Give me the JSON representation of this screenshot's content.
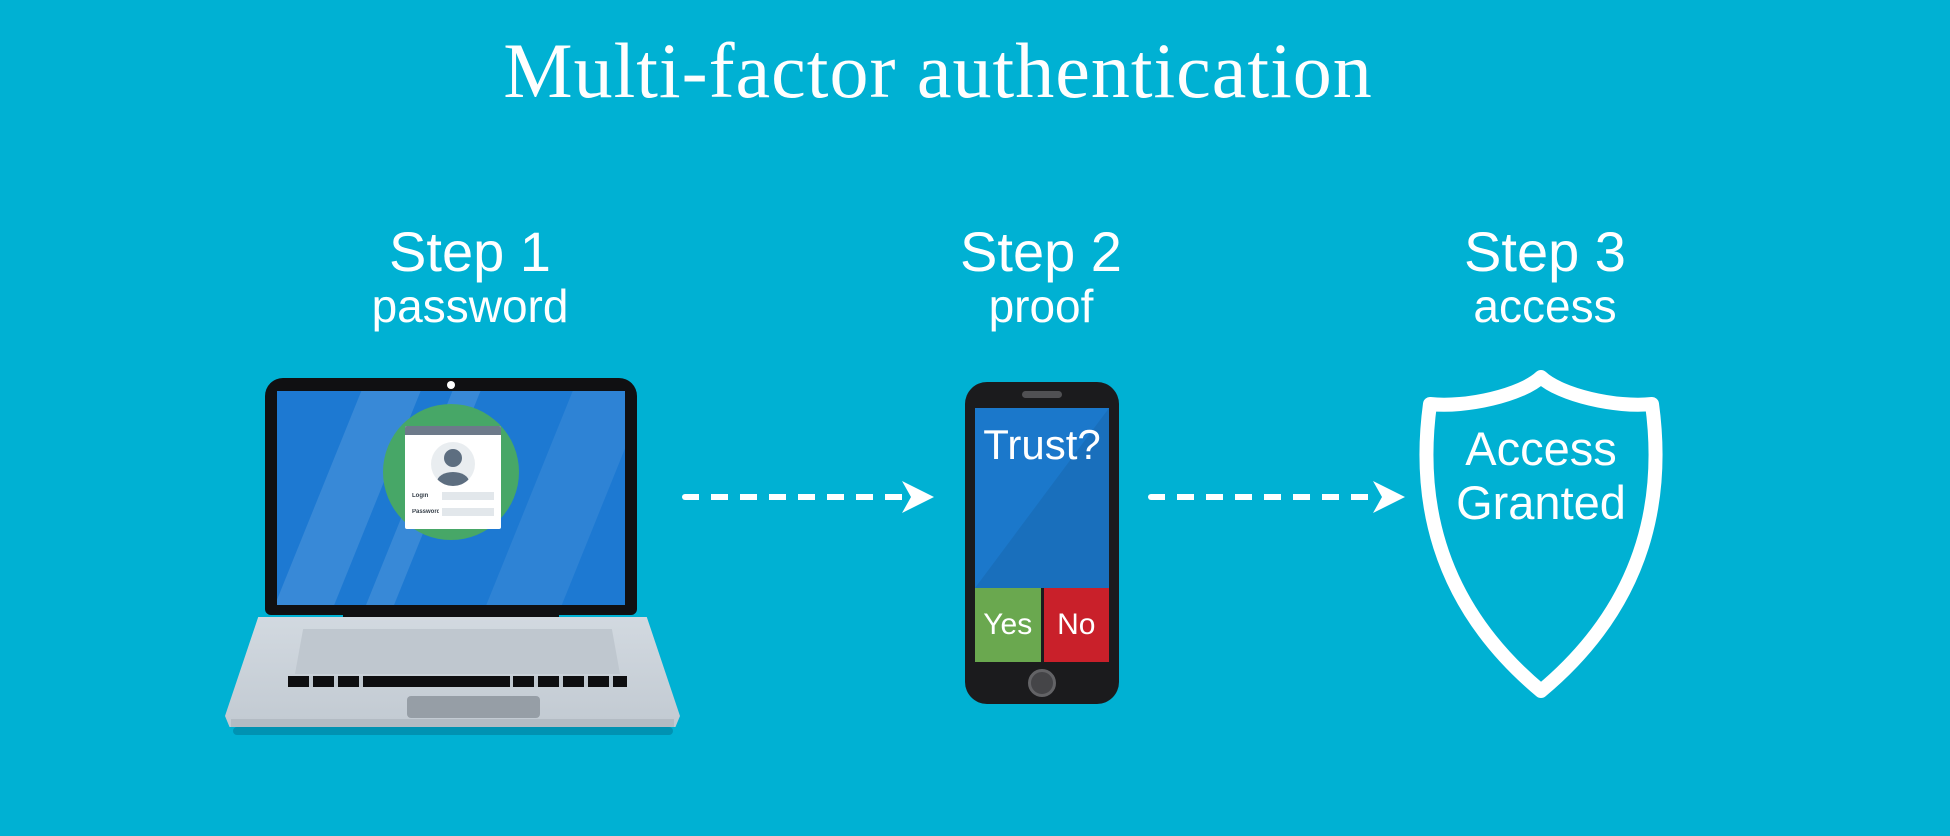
{
  "title": "Multi-factor authentication",
  "steps": [
    {
      "label": "Step 1",
      "sublabel": "password"
    },
    {
      "label": "Step 2",
      "sublabel": "proof"
    },
    {
      "label": "Step 3",
      "sublabel": "access"
    }
  ],
  "laptop": {
    "login_form": {
      "login_label": "Login",
      "password_label": "Password"
    }
  },
  "phone": {
    "question": "Trust?",
    "yes_label": "Yes",
    "no_label": "No"
  },
  "shield": {
    "line1": "Access",
    "line2": "Granted"
  },
  "icons": {
    "webcam": "webcam-dot-icon",
    "user_avatar": "user-silhouette-icon",
    "speaker": "speaker-slot-icon",
    "home_button": "home-button-icon",
    "arrow": "dashed-arrow-icon",
    "shield": "shield-outline-icon"
  },
  "colors": {
    "c-background": "#00b1d3",
    "c-screen-blue": "#1d79d2",
    "c-phone-screen-blue": "#1b78cb",
    "c-circle-green": "#47a767",
    "c-yes-green": "#6aa84f",
    "c-no-red": "#c9202a"
  }
}
